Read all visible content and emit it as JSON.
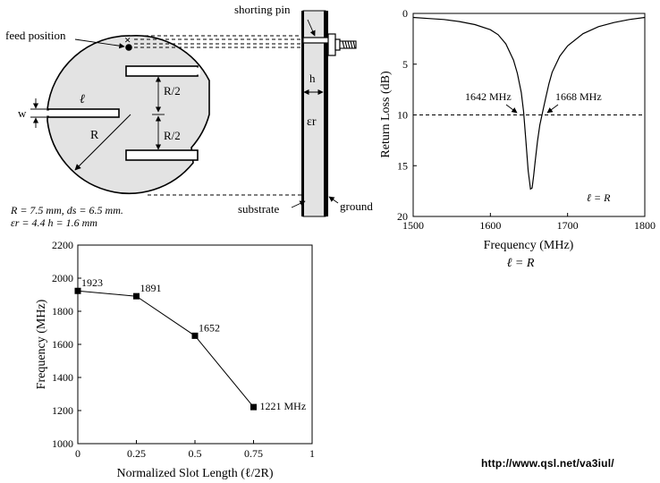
{
  "diagram": {
    "labels": {
      "feed_position": "feed position",
      "shorting_pin": "shorting pin",
      "slot_length": "ℓ",
      "w": "w",
      "R": "R",
      "half_R_top": "R/2",
      "half_R_bottom": "R/2",
      "h": "h",
      "epsilon": "εr",
      "substrate": "substrate",
      "ground": "ground"
    },
    "params": {
      "line1": "R = 7.5 mm, ds = 6.5 mm.",
      "line2": "εr = 4.4  h = 1.6 mm"
    }
  },
  "chart_data": [
    {
      "type": "line",
      "title": "",
      "caption": "ℓ = R",
      "xlabel": "Frequency (MHz)",
      "ylabel": "Return Loss (dB)",
      "xlim": [
        1500,
        1800
      ],
      "ylim": [
        0,
        20
      ],
      "y_inverted": true,
      "x_ticks": [
        1500,
        1600,
        1700,
        1800
      ],
      "y_ticks": [
        0,
        5,
        10,
        15,
        20
      ],
      "series": [
        {
          "x": [
            1500,
            1520,
            1540,
            1560,
            1580,
            1600,
            1610,
            1620,
            1630,
            1635,
            1640,
            1643,
            1646,
            1649,
            1652,
            1654,
            1656,
            1658,
            1661,
            1664,
            1668,
            1672,
            1676,
            1680,
            1690,
            1700,
            1720,
            1740,
            1760,
            1780,
            1800
          ],
          "y": [
            0.4,
            0.5,
            0.6,
            0.8,
            1.1,
            1.6,
            2.1,
            3.0,
            4.6,
            5.9,
            7.8,
            9.7,
            12.5,
            15.5,
            17.3,
            17.2,
            16.0,
            14.6,
            12.6,
            11.0,
            9.6,
            8.2,
            6.9,
            5.8,
            4.2,
            3.2,
            2.0,
            1.3,
            0.9,
            0.6,
            0.4
          ]
        }
      ],
      "reference_line": {
        "y": 10,
        "style": "dashed"
      },
      "annotations": [
        {
          "text": "1642 MHz",
          "x": 1642,
          "y": 10
        },
        {
          "text": "1668 MHz",
          "x": 1668,
          "y": 10
        },
        {
          "text": "ℓ = R"
        }
      ]
    },
    {
      "type": "line",
      "title": "",
      "xlabel": "Normalized Slot Length (ℓ/2R)",
      "ylabel": "Frequency (MHz)",
      "xlim": [
        0,
        1
      ],
      "ylim": [
        1000,
        2200
      ],
      "x_ticks": [
        0,
        0.25,
        0.5,
        0.75,
        1
      ],
      "x_tick_labels": [
        "0",
        "0.25",
        "0.5",
        "0.75",
        "1"
      ],
      "y_ticks": [
        1000,
        1200,
        1400,
        1600,
        1800,
        2000,
        2200
      ],
      "series": [
        {
          "x": [
            0,
            0.25,
            0.5,
            0.75
          ],
          "y": [
            1923,
            1891,
            1652,
            1221
          ],
          "marker": "square"
        }
      ],
      "data_labels": [
        "1923",
        "1891",
        "1652",
        "1221 MHz"
      ]
    }
  ],
  "footer": {
    "url": "http://www.qsl.net/va3iul/"
  }
}
